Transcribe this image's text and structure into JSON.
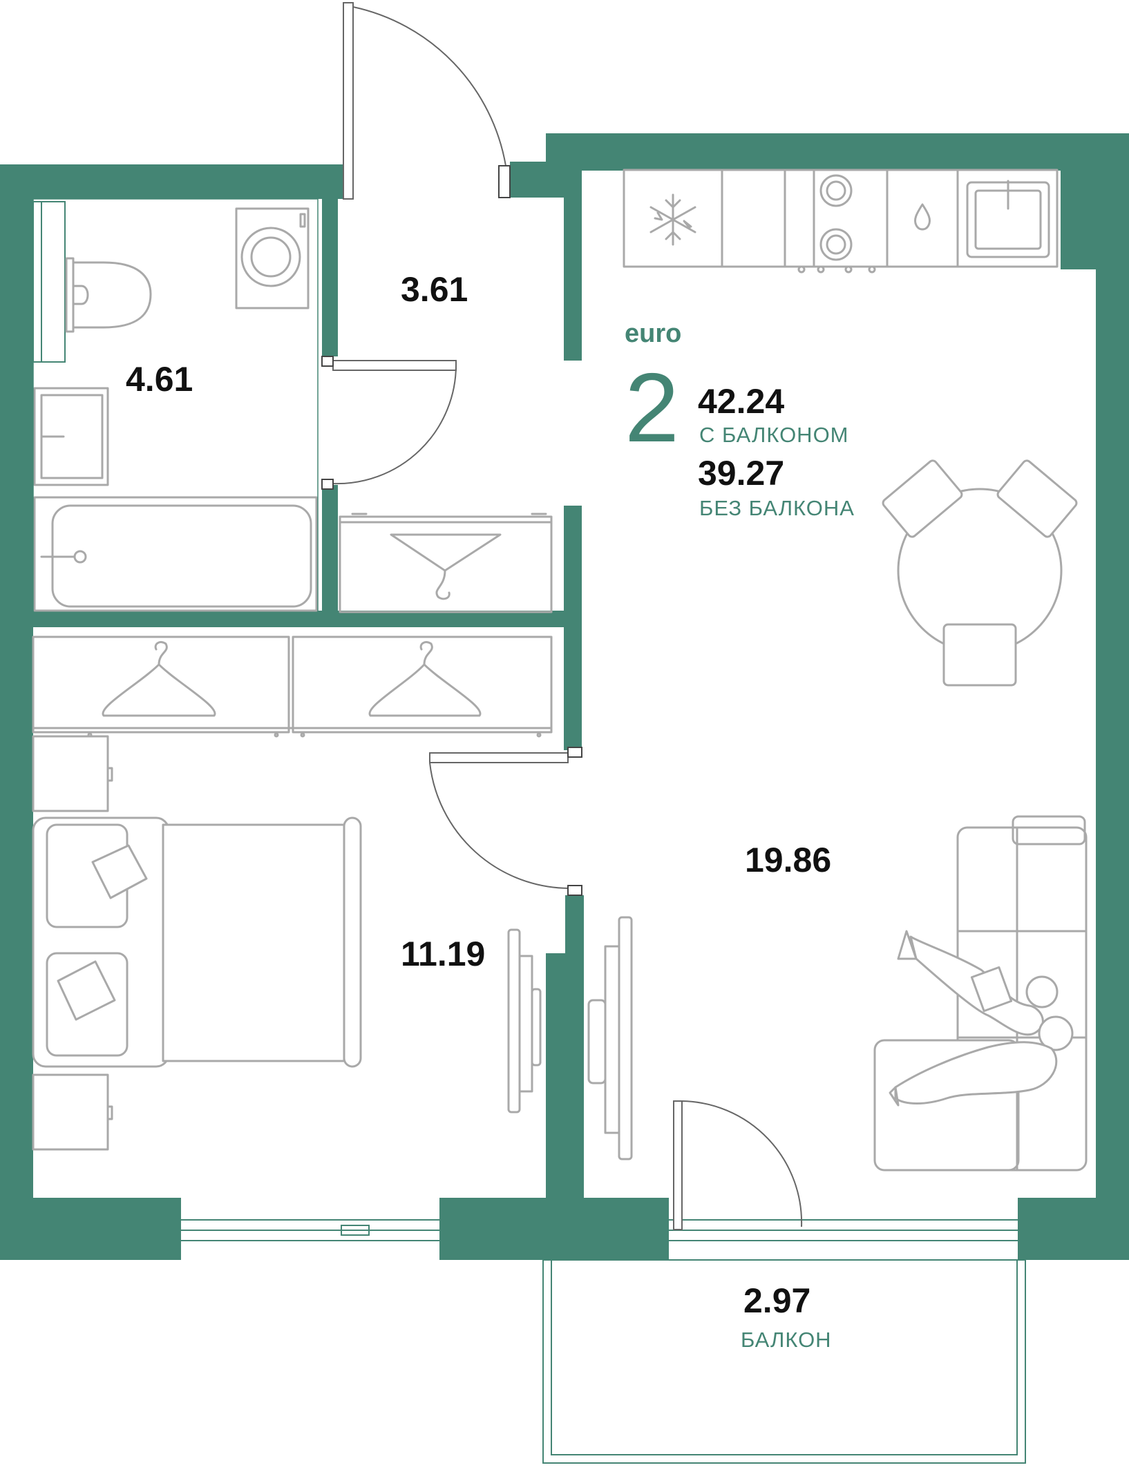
{
  "colors": {
    "wall": "#448574",
    "accent": "#448574",
    "furniture": "#a9a9a9",
    "text": "#111111",
    "background": "#ffffff"
  },
  "badge": {
    "type_label": "euro",
    "rooms": "2"
  },
  "totals": {
    "with_balcony_value": "42.24",
    "with_balcony_label": "С БАЛКОНОМ",
    "without_balcony_value": "39.27",
    "without_balcony_label": "БЕЗ БАЛКОНА"
  },
  "rooms": [
    {
      "id": "hallway",
      "area": "3.61"
    },
    {
      "id": "bathroom",
      "area": "4.61"
    },
    {
      "id": "kitchen-living",
      "area": "19.86"
    },
    {
      "id": "bedroom",
      "area": "11.19"
    },
    {
      "id": "balcony",
      "area": "2.97",
      "caption": "БАЛКОН"
    }
  ],
  "furniture_icons": [
    "snowflake-icon",
    "stove-icon",
    "water-drop-icon",
    "sink-icon",
    "washing-machine-icon",
    "toilet-icon",
    "bathtub-icon",
    "hanger-icon",
    "bed-icon",
    "pillow-icon",
    "dining-table-icon",
    "chair-icon",
    "sofa-icon",
    "person-icon",
    "laptop-icon",
    "tv-icon"
  ]
}
